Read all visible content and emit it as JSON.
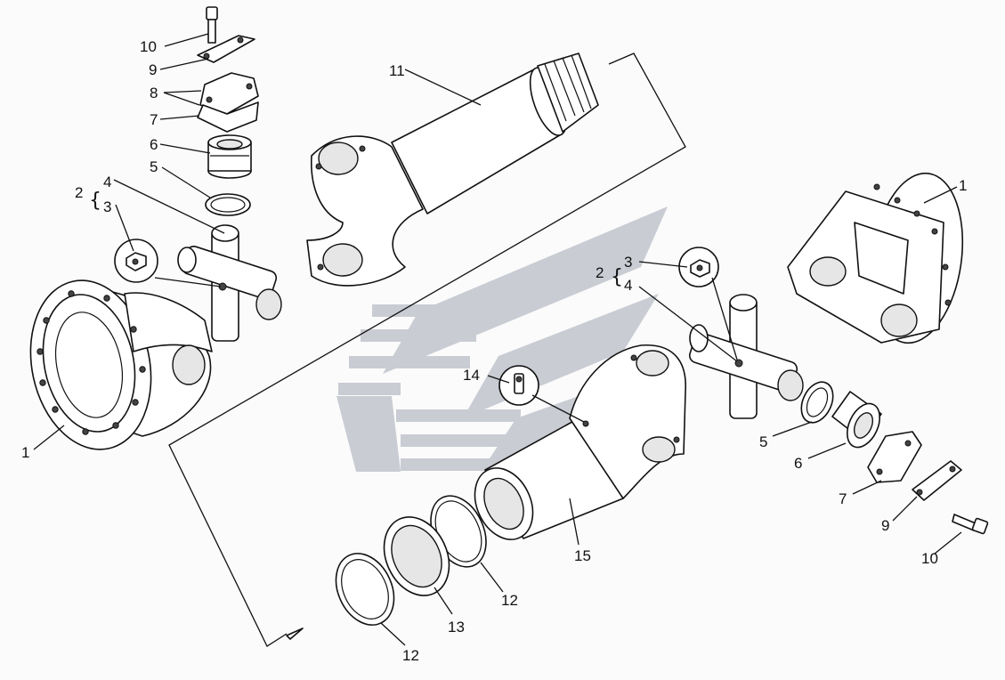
{
  "colors": {
    "ink": "#111111",
    "watermark": "#c9ccd3",
    "paper": "#fbfbfb"
  },
  "watermark": {
    "icon": "logo-watermark"
  },
  "labels": {
    "l1_left": "1",
    "l1_right": "1",
    "l2_left": "2",
    "l2_right": "2",
    "l3_left": "3",
    "l3_right": "3",
    "l4_left": "4",
    "l4_right": "4",
    "l5_left": "5",
    "l5_right": "5",
    "l6_left": "6",
    "l6_right": "6",
    "l7_left": "7",
    "l7_right": "7",
    "l8": "8",
    "l9_left": "9",
    "l9_right": "9",
    "l10_left": "10",
    "l10_right": "10",
    "l11": "11",
    "l12_a": "12",
    "l12_b": "12",
    "l13": "13",
    "l14": "14",
    "l15": "15"
  }
}
